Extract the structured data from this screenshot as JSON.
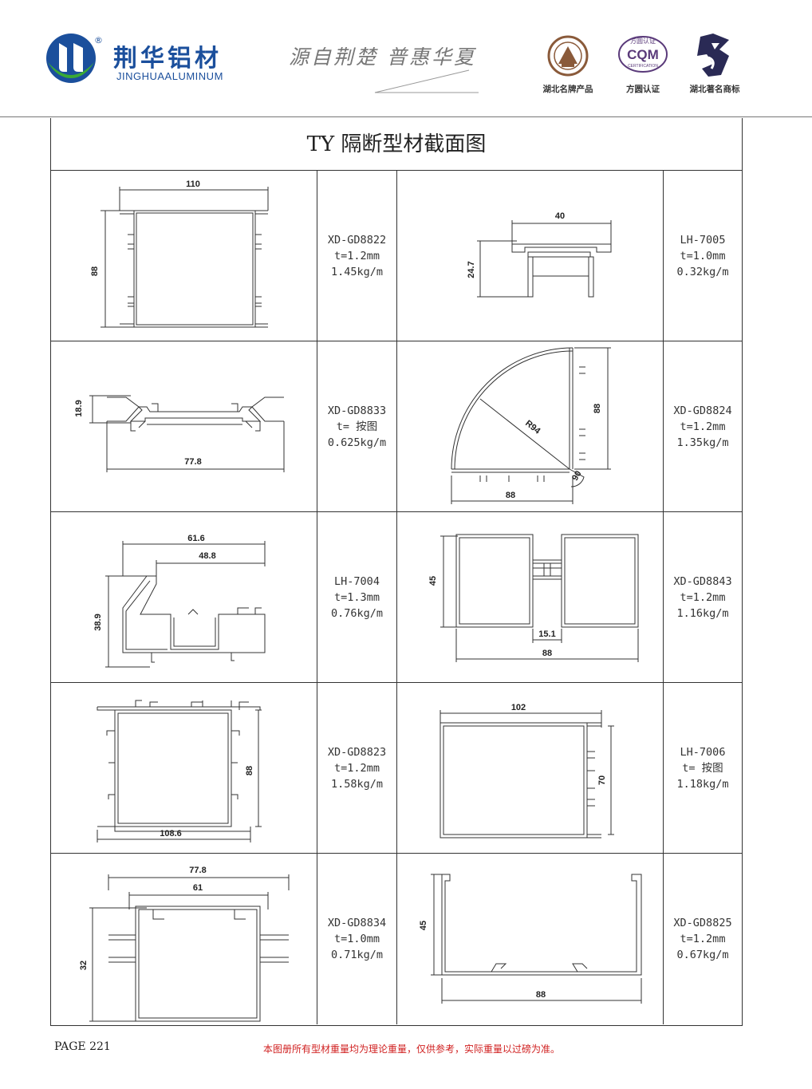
{
  "brand": {
    "name_cn": "荆华铝材",
    "name_en": "JINGHUAALUMINUM",
    "registered": "®",
    "slogan": "源自荆楚  普惠华夏",
    "colors": {
      "blue": "#1b4f9c",
      "green": "#3aa935"
    }
  },
  "certifications": [
    {
      "label": "湖北名牌产品",
      "icon": "seal-icon"
    },
    {
      "label": "方圆认证",
      "icon": "cqm-icon",
      "mark": "CQM",
      "mark_top": "方圆认证",
      "mark_bottom": "CERTIFICATION"
    },
    {
      "label": "湖北著名商标",
      "icon": "trademark-icon"
    }
  ],
  "table": {
    "title": "TY 隔断型材截面图",
    "rows": [
      {
        "left": {
          "code": "XD-GD8822",
          "thickness": "t=1.2mm",
          "weight": "1.45kg/m",
          "dims": [
            "110",
            "88"
          ]
        },
        "right": {
          "code": "LH-7005",
          "thickness": "t=1.0mm",
          "weight": "0.32kg/m",
          "dims": [
            "40",
            "24.7"
          ]
        }
      },
      {
        "left": {
          "code": "XD-GD8833",
          "thickness": "t= 按图",
          "weight": "0.625kg/m",
          "dims": [
            "18.9",
            "77.8"
          ]
        },
        "right": {
          "code": "XD-GD8824",
          "thickness": "t=1.2mm",
          "weight": "1.35kg/m",
          "dims": [
            "R94",
            "88",
            "88",
            "90"
          ]
        }
      },
      {
        "left": {
          "code": "LH-7004",
          "thickness": "t=1.3mm",
          "weight": "0.76kg/m",
          "dims": [
            "61.6",
            "48.8",
            "38.9"
          ]
        },
        "right": {
          "code": "XD-GD8843",
          "thickness": "t=1.2mm",
          "weight": "1.16kg/m",
          "dims": [
            "45",
            "15.1",
            "88"
          ]
        }
      },
      {
        "left": {
          "code": "XD-GD8823",
          "thickness": "t=1.2mm",
          "weight": "1.58kg/m",
          "dims": [
            "88",
            "108.6"
          ]
        },
        "right": {
          "code": "LH-7006",
          "thickness": "t= 按图",
          "weight": "1.18kg/m",
          "dims": [
            "102",
            "70"
          ]
        }
      },
      {
        "left": {
          "code": "XD-GD8834",
          "thickness": "t=1.0mm",
          "weight": "0.71kg/m",
          "dims": [
            "77.8",
            "61",
            "32"
          ]
        },
        "right": {
          "code": "XD-GD8825",
          "thickness": "t=1.2mm",
          "weight": "0.67kg/m",
          "dims": [
            "45",
            "88"
          ]
        }
      }
    ]
  },
  "footer": {
    "page": "PAGE 221",
    "note": "本图册所有型材重量均为理论重量，仅供参考，实际重量以过磅为准。",
    "note_color": "#d02020"
  }
}
